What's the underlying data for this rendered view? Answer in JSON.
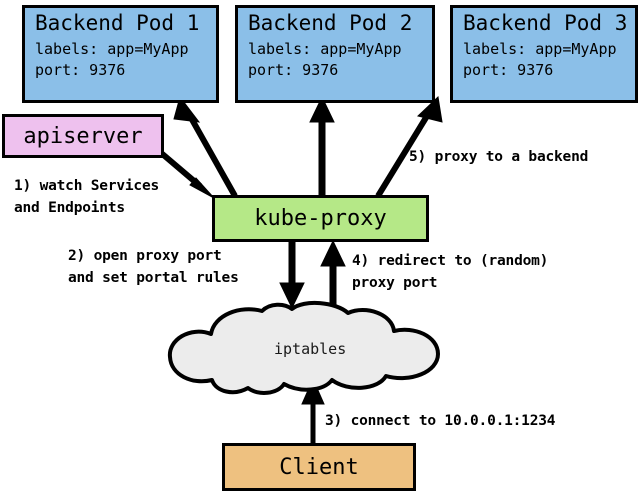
{
  "diagram": {
    "title": "kube-proxy service proxying diagram",
    "colors": {
      "pod_fill": "#8bbfe8",
      "apiserver_fill": "#eec1ee",
      "kubeproxy_fill": "#b5e887",
      "client_fill": "#eec180",
      "cloud_fill": "#ececec",
      "stroke": "#000000"
    }
  },
  "pods": [
    {
      "title": "Backend Pod 1",
      "labels_line": "labels: app=MyApp",
      "port_line": "port: 9376"
    },
    {
      "title": "Backend Pod 2",
      "labels_line": "labels: app=MyApp",
      "port_line": "port: 9376"
    },
    {
      "title": "Backend Pod 3",
      "labels_line": "labels: app=MyApp",
      "port_line": "port: 9376"
    }
  ],
  "nodes": {
    "apiserver": "apiserver",
    "kube_proxy": "kube-proxy",
    "iptables": "iptables",
    "client": "Client"
  },
  "steps": {
    "step1_line1": "1) watch Services",
    "step1_line2": "and Endpoints",
    "step2_line1": "2) open proxy port",
    "step2_line2": "and set portal rules",
    "step3": "3) connect to 10.0.0.1:1234",
    "step4_line1": "4) redirect to (random)",
    "step4_line2": "proxy port",
    "step5": "5) proxy to a backend"
  }
}
